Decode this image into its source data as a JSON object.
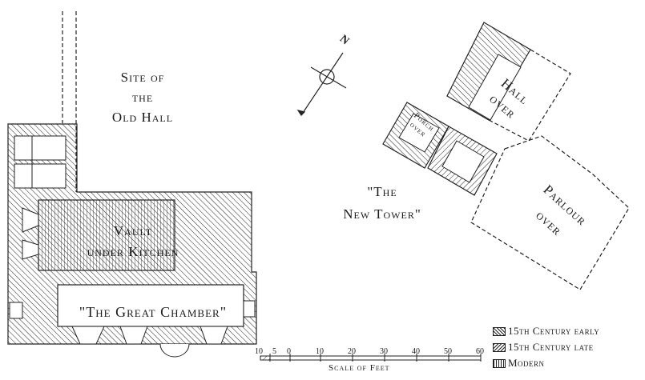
{
  "labels": {
    "site_line1": "Site of",
    "site_line2": "the",
    "site_line3": "Old Hall",
    "vault_line1": "Vault",
    "vault_line2": "under Kitchen",
    "great_chamber": "\"The Great Chamber\"",
    "new_tower_line1": "\"The",
    "new_tower_line2": "New Tower\"",
    "hall_line1": "Hall",
    "hall_line2": "over",
    "porch_line1": "Porch",
    "porch_line2": "over",
    "parlour_line1": "Parlour",
    "parlour_line2": "over",
    "north": "N"
  },
  "scale": {
    "ticks": [
      "10",
      "5",
      "0",
      "10",
      "20",
      "30",
      "40",
      "50",
      "60"
    ],
    "title": "Scale of Feet"
  },
  "legend": [
    {
      "label": "15th Century early",
      "hatch": "early"
    },
    {
      "label": "15th Century late",
      "hatch": "late"
    },
    {
      "label": "Modern",
      "hatch": "modern"
    }
  ]
}
